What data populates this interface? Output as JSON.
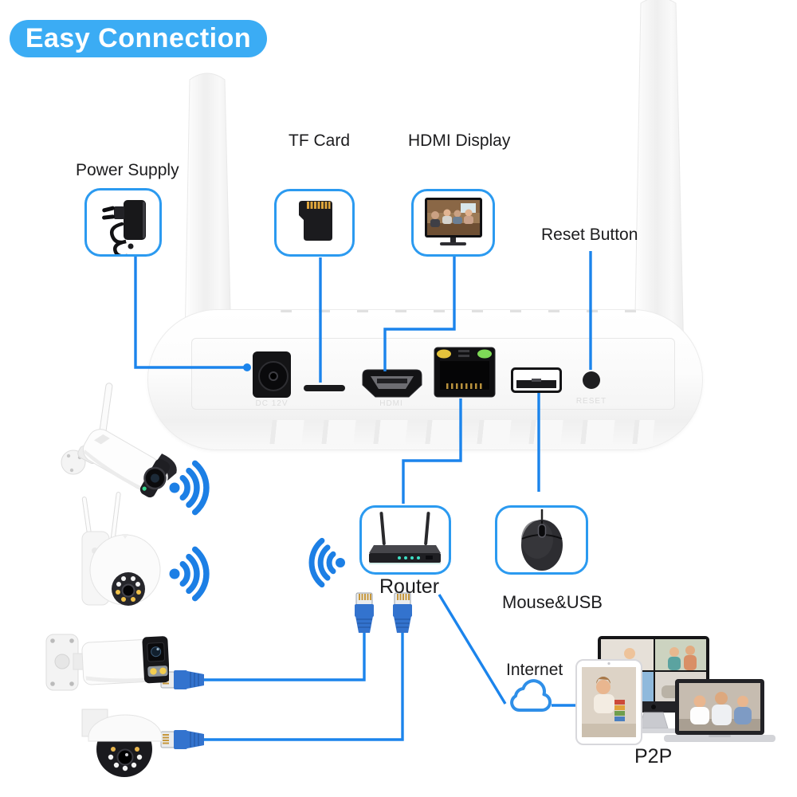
{
  "title": {
    "text": "Easy Connection"
  },
  "palette": {
    "title_bg": "#3BACF4",
    "title_text": "#FFFFFF",
    "line_blue": "#1B84EC",
    "box_border_blue": "#2B9AF0",
    "wifi_blue": "#1C7FE5",
    "cloud_blue": "#2F8FE8",
    "cable_connector_blue": "#3373CE",
    "label_text": "#1C1C1E",
    "engraved_label_text": "#DCDCDC",
    "ethernet_led_yellow": "#E4C23C",
    "ethernet_led_green": "#7ED957"
  },
  "callouts": {
    "power_supply": {
      "label": "Power Supply",
      "icon": "power-adapter-icon"
    },
    "tf_card": {
      "label": "TF Card",
      "icon": "tf-card-icon"
    },
    "hdmi_display": {
      "label": "HDMI Display",
      "icon": "hdmi-monitor-icon"
    },
    "reset_button": {
      "label": "Reset Button"
    },
    "router": {
      "label": "Router",
      "icon": "router-icon"
    },
    "mouse_usb": {
      "label": "Mouse&USB",
      "icon": "mouse-icon"
    },
    "internet": {
      "label": "Internet",
      "icon": "internet-cloud-icon"
    },
    "p2p": {
      "label": "P2P",
      "icon": "p2p-client-devices-icon"
    }
  },
  "nvr_rear_panel": {
    "antenna_count": 2,
    "ports": [
      {
        "name": "dc-power-jack",
        "engraved_label": "DC 12V"
      },
      {
        "name": "tf-card-slot",
        "engraved_label": ""
      },
      {
        "name": "hdmi-port",
        "engraved_label": "HDMI"
      },
      {
        "name": "ethernet-port",
        "engraved_label": ""
      },
      {
        "name": "usb-port",
        "engraved_label": ""
      },
      {
        "name": "reset-button",
        "engraved_label": "RESET"
      }
    ]
  },
  "cameras": [
    {
      "name": "wifi-bullet-camera",
      "link": "wifi"
    },
    {
      "name": "wifi-ptz-dome-camera",
      "link": "wifi"
    },
    {
      "name": "wired-bullet-camera",
      "link": "ethernet-cable"
    },
    {
      "name": "wired-ptz-camera",
      "link": "ethernet-cable"
    }
  ]
}
